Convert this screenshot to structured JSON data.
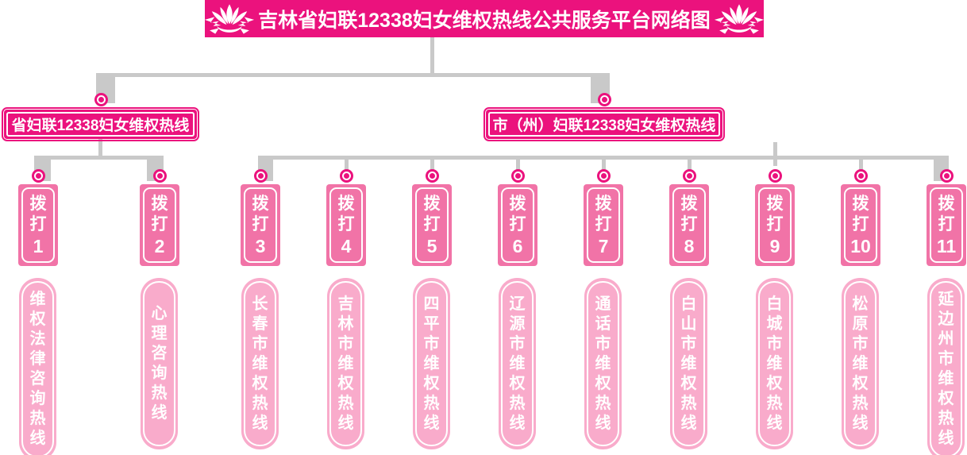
{
  "title": {
    "text": "吉林省妇联12338妇女维权热线公共服务平台网络图"
  },
  "colors": {
    "hot_pink": "#EB127D",
    "box_pink": "#F173A7",
    "capsule_pink": "#F9ABCB",
    "connector_gray": "#C9C9C9",
    "text_white": "#FFFFFF"
  },
  "icons": {
    "title_left": "lotus-flower-icon",
    "title_right": "lotus-flower-icon",
    "node_marker": "bullseye-target-icon"
  },
  "branches": [
    {
      "label": "省妇联12338妇女维权热线"
    },
    {
      "label": "市（州）妇联12338妇女维权热线"
    }
  ],
  "dial_prefix": "拨打",
  "nodes": [
    {
      "number": "1",
      "hotline": "维权法律咨询热线"
    },
    {
      "number": "2",
      "hotline": "心理咨询热线"
    },
    {
      "number": "3",
      "hotline": "长春市维权热线"
    },
    {
      "number": "4",
      "hotline": "吉林市维权热线"
    },
    {
      "number": "5",
      "hotline": "四平市维权热线"
    },
    {
      "number": "6",
      "hotline": "辽源市维权热线"
    },
    {
      "number": "7",
      "hotline": "通话市维权热线"
    },
    {
      "number": "8",
      "hotline": "白山市维权热线"
    },
    {
      "number": "9",
      "hotline": "白城市维权热线"
    },
    {
      "number": "10",
      "hotline": "松原市维权热线"
    },
    {
      "number": "11",
      "hotline": "延边州市维权热线"
    }
  ]
}
